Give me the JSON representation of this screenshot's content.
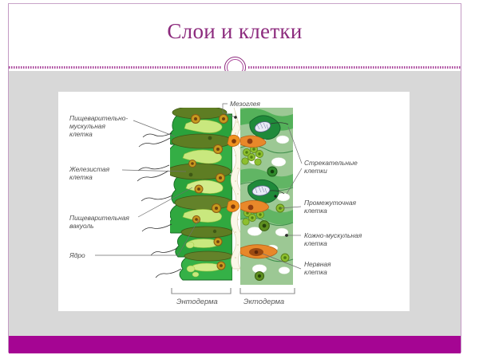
{
  "slide": {
    "title": "Слои и клетки",
    "accent_color": "#8c2a7d",
    "bar_color": "#a50593",
    "content_bg": "#d8d8d8",
    "panel_bg": "#ffffff"
  },
  "figure": {
    "name": "hydra-body-wall-cross-section",
    "labels_left": [
      {
        "id": "digestive-muscular-cell",
        "lines": [
          "Пищеварительно-",
          "мускульная",
          "клетка"
        ]
      },
      {
        "id": "gland-cell",
        "lines": [
          "Железистая",
          "клетка"
        ]
      },
      {
        "id": "digestive-vacuole",
        "lines": [
          "Пищеварительная",
          "вакуоль"
        ]
      },
      {
        "id": "nucleus",
        "lines": [
          "Ядро"
        ]
      }
    ],
    "labels_right": [
      {
        "id": "mesoglea",
        "lines": [
          "Мезоглея"
        ]
      },
      {
        "id": "stinging-cells",
        "lines": [
          "Стрекательные",
          "клетки"
        ]
      },
      {
        "id": "intermediate-cell",
        "lines": [
          "Промежуточная",
          "клетка"
        ]
      },
      {
        "id": "skin-muscular-cell",
        "lines": [
          "Кожно-мускульная",
          "клетка"
        ]
      },
      {
        "id": "nerve-cell",
        "lines": [
          "Нервная",
          "клетка"
        ]
      }
    ],
    "layer_labels": [
      {
        "id": "endoderm",
        "text": "Энтодерма"
      },
      {
        "id": "ectoderm",
        "text": "Эктодерма"
      }
    ],
    "colors": {
      "endoderm_cell": "#2aa23c",
      "endoderm_cell_dark": "#4f7a22",
      "endoderm_vacuole": "#bde06f",
      "gland_cell": "#5e7d23",
      "nucleus_outer": "#c79a1e",
      "nucleus_inner": "#8a5a15",
      "ectoderm_cell": "#9cc894",
      "ectoderm_cell_mid": "#7fb878",
      "ectoderm_vacuole": "#ffffff",
      "nematocyst": "#1f8a3a",
      "nerve_cell": "#e8882a",
      "mesoglea": "#f7f2e0",
      "intermediate_cell": "#8cbf2e"
    }
  }
}
